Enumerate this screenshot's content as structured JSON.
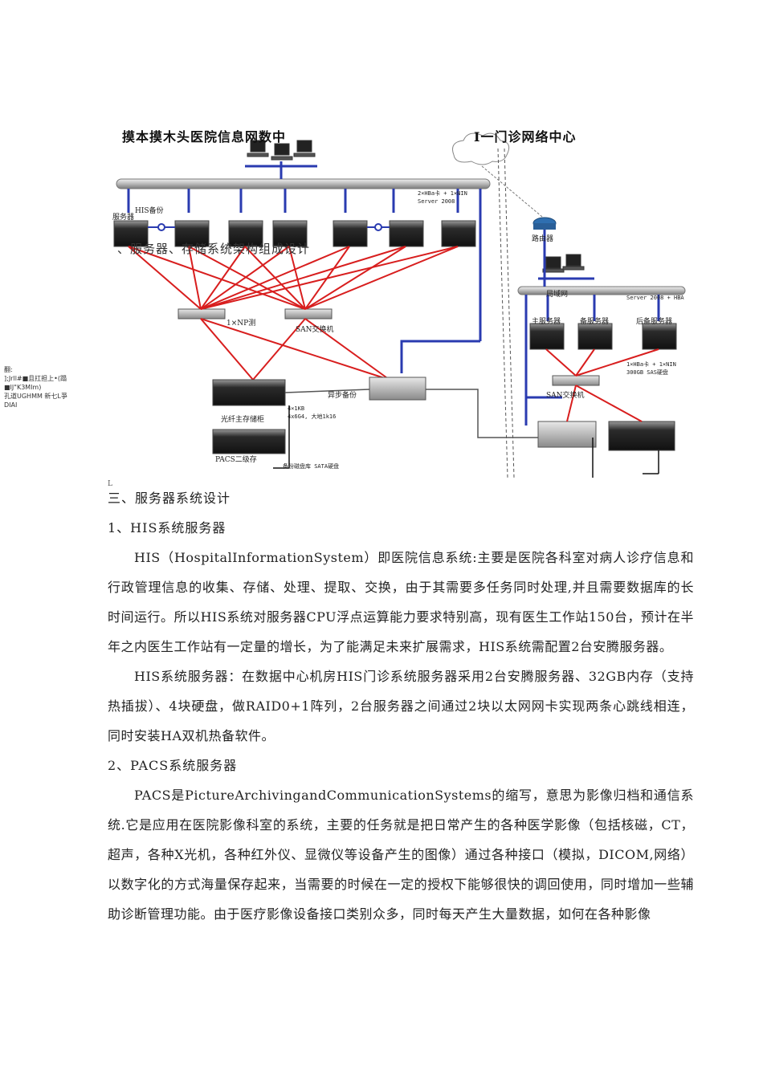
{
  "diagram": {
    "title_left": "摸本摸木头医院信息网数中",
    "title_right": "I一门诊网络中心",
    "overlay_heading": "、服务器、存储系统架构组成设计",
    "labels": {
      "his_backup": "HIS备份",
      "server_room": "服务器",
      "switch_left": "1×NP测",
      "san_switch": "SAN交换机",
      "primary_storage": "光纤主存储柜",
      "pacs_secondary": "PACS二级存",
      "backup_storage": "异步备份",
      "router": "路由器",
      "lan": "局域网",
      "main_server": "主服务器",
      "backup_server": "备服务器",
      "emergency_server": "后备服务器",
      "san_switch_right": "SAN交换机",
      "spec_top": "2×HBa卡 + 1×NIN",
      "spec_top2": "Server 2008",
      "spec_mid": "4×1KB",
      "spec_mid2": "4x6G4, 大地1k16",
      "spec_bottom": "备份磁盘库 SATA硬盘",
      "spec_right": "1×HBa卡 + 1×NIN",
      "spec_right2": "Server 2008 + HBA",
      "spec_right3": "300GB SAS硬盘"
    },
    "side_note": [
      "翻:",
      "];Jrll#■且扛担上•(蹋",
      "■IJ\"K3Mlm)",
      "孔道UGHMM 新七L爭",
      "DIAI"
    ]
  },
  "tiny_mark": "L",
  "content": {
    "section3": "三、服务器系统设计",
    "his_heading": "1、HIS系统服务器",
    "his_p1": "HIS（HospitalInformationSystem）即医院信息系统:主要是医院各科室对病人诊疗信息和行政管理信息的收集、存储、处理、提取、交换，由于其需要多任务同时处理,并且需要数据库的长时间运行。所以HIS系统对服务器CPU浮点运算能力要求特别高，现有医生工作站150台，预计在半年之内医生工作站有一定量的增长，为了能满足未来扩展需求，HIS系统需配置2台安腾服务器。",
    "his_p2": "HIS系统服务器：在数据中心机房HIS门诊系统服务器采用2台安腾服务器、32GB内存（支持热插拔）、4块硬盘，做RAID0+1阵列，2台服务器之间通过2块以太网网卡实现两条心跳线相连，同时安装HA双机热备软件。",
    "pacs_heading": "2、PACS系统服务器",
    "pacs_p1": "PACS是PictureArchivingandCommunicationSystems的缩写，意思为影像归档和通信系统.它是应用在医院影像科室的系统，主要的任务就是把日常产生的各种医学影像（包括核磁，CT，超声，各种X光机，各种红外仪、显微仪等设备产生的图像）通过各种接口（模拟，DICOM,网络）以数字化的方式海量保存起来，当需要的时候在一定的授权下能够很快的调回使用，同时增加一些辅助诊断管理功能。由于医疗影像设备接口类别众多，同时每天产生大量数据，如何在各种影像"
  }
}
